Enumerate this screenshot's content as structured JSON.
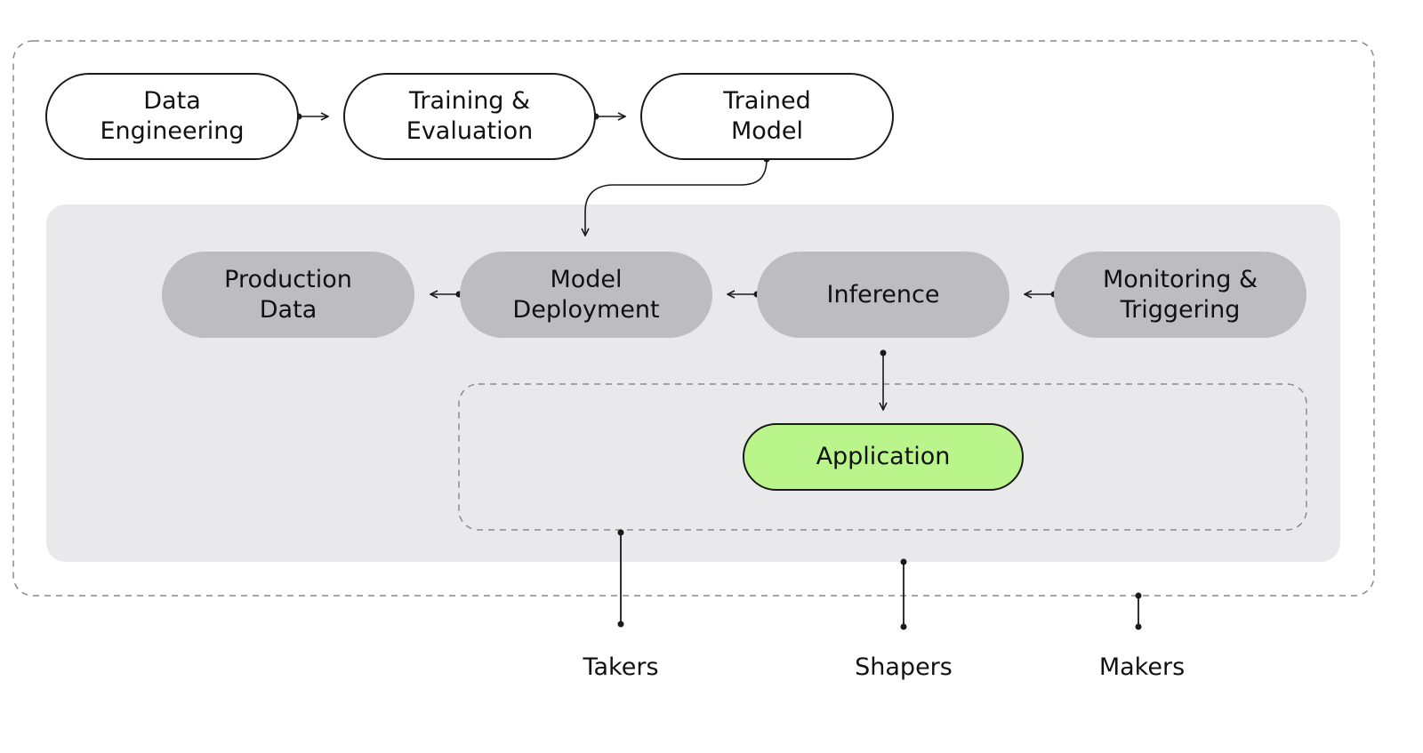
{
  "pipeline": {
    "data_engineering": [
      "Data",
      "Engineering"
    ],
    "training_evaluation": [
      "Training &",
      "Evaluation"
    ],
    "trained_model": [
      "Trained",
      "Model"
    ]
  },
  "operations": {
    "production_data": [
      "Production",
      "Data"
    ],
    "model_deployment": [
      "Model",
      "Deployment"
    ],
    "inference": [
      "Inference"
    ],
    "monitoring_triggering": [
      "Monitoring &",
      "Triggering"
    ]
  },
  "application": {
    "label": "Application",
    "color": "#b9f58a"
  },
  "roles": {
    "takers": "Takers",
    "shapers": "Shapers",
    "makers": "Makers"
  },
  "colors": {
    "operations_panel": "#e9e9eb",
    "operations_node": "#bdbdbf",
    "stroke": "#1a1a1a"
  }
}
